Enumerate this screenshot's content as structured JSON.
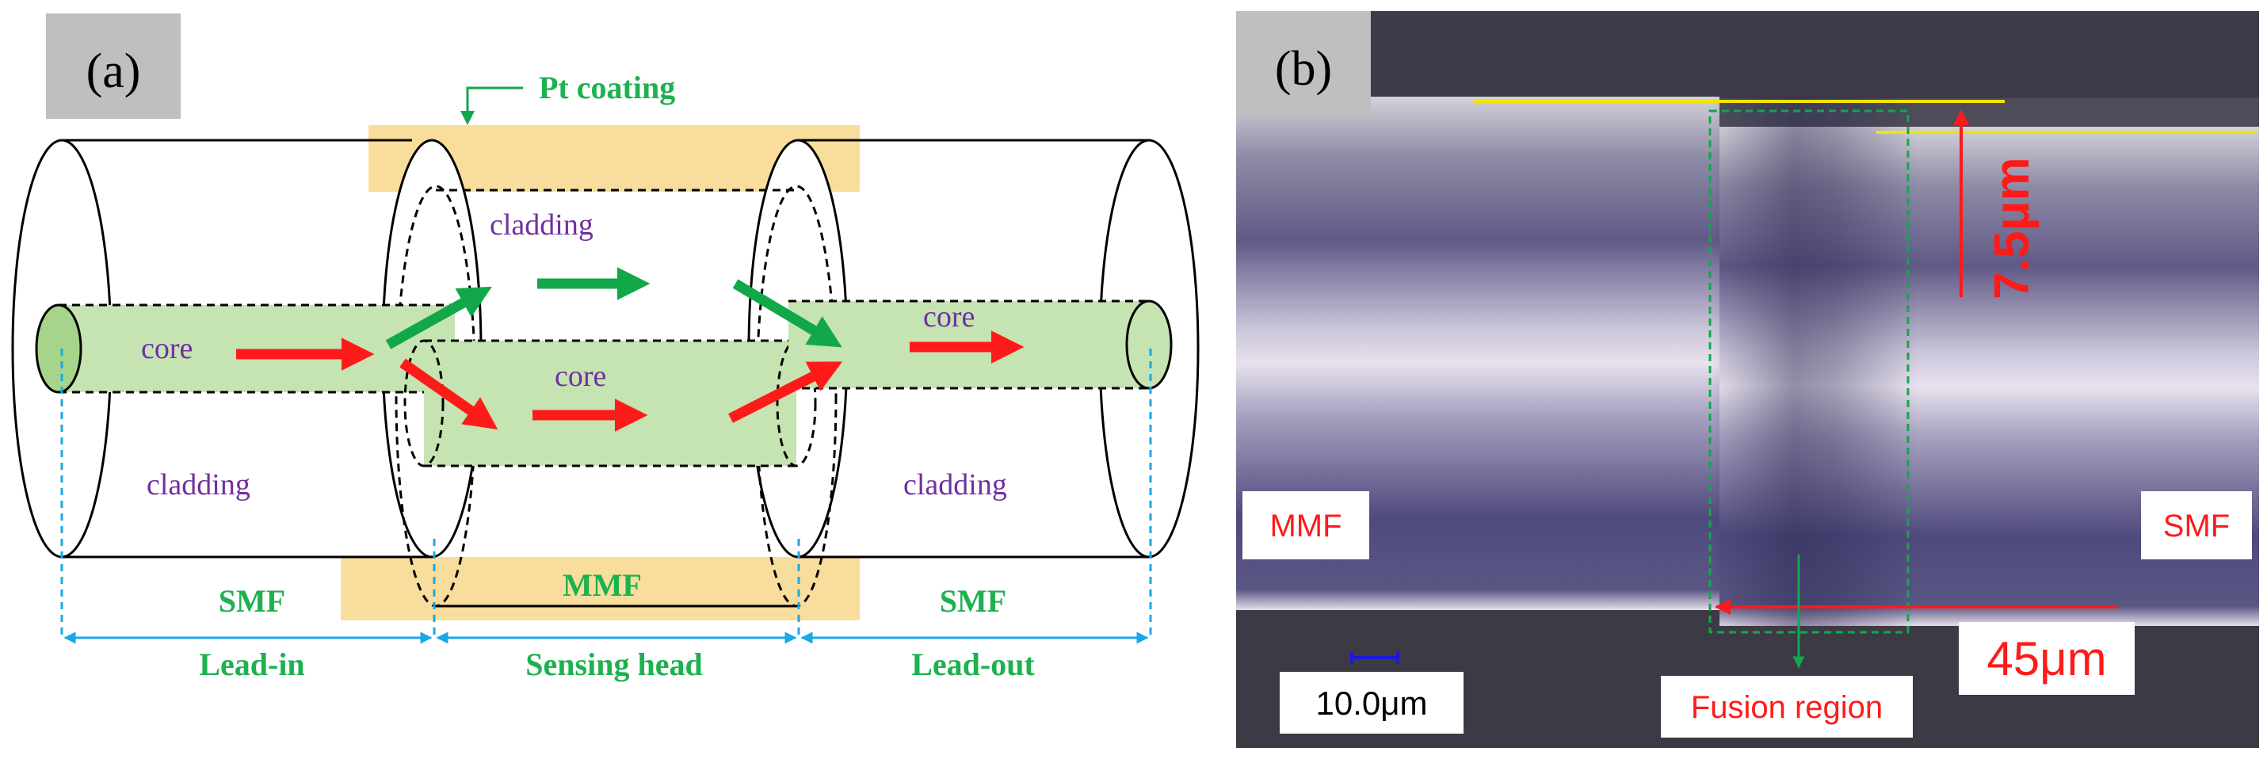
{
  "panel_a": {
    "label": "(a)",
    "pt_coating": "Pt coating",
    "cladding_top": "cladding",
    "cladding_left": "cladding",
    "cladding_right": "cladding",
    "core_left": "core",
    "core_mid": "core",
    "core_right": "core",
    "smf_left": "SMF",
    "mmf": "MMF",
    "smf_right": "SMF",
    "lead_in": "Lead-in",
    "sensing_head": "Sensing head",
    "lead_out": "Lead-out"
  },
  "panel_b": {
    "label": "(b)",
    "mmf": "MMF",
    "smf": "SMF",
    "offset": "7.5μm",
    "length": "45μm",
    "fusion_region": "Fusion region",
    "scale_bar": "10.0μm"
  },
  "colors": {
    "green_text": "#1db14f",
    "purple_text": "#7030a0",
    "red_arrow": "#ff1a1a",
    "green_arrow": "#12a84a",
    "core_fill": "#c6e3b2",
    "pt_fill": "#f8dd9c",
    "dim_line": "#1aa7e6",
    "yellow_line": "#f2e400",
    "scale_blue": "#1a1ad8"
  }
}
